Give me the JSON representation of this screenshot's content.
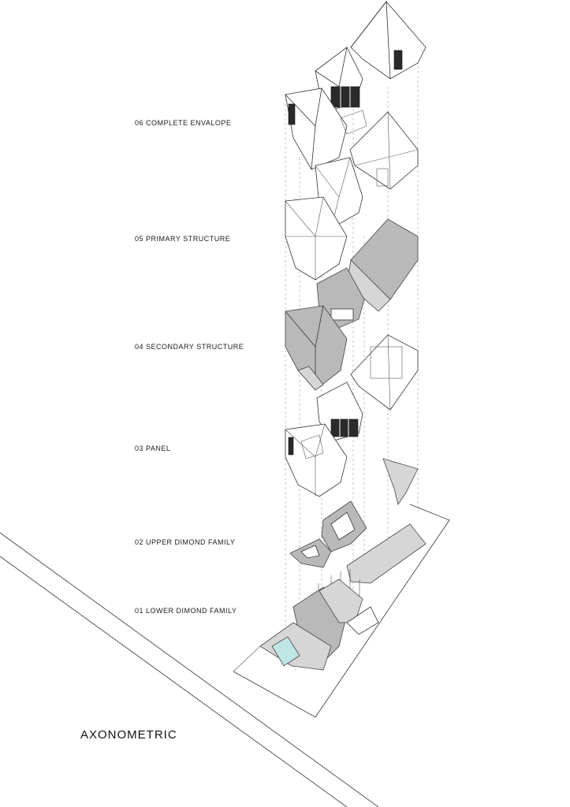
{
  "title": "AXONOMETRIC",
  "layers": [
    {
      "id": "06",
      "label": "06 COMPLETE ENVALOPE"
    },
    {
      "id": "05",
      "label": "05 PRIMARY STRUCTURE"
    },
    {
      "id": "04",
      "label": "04 SECONDARY STRUCTURE"
    },
    {
      "id": "03",
      "label": "03 PANEL"
    },
    {
      "id": "02",
      "label": "02 UPPER DIMOND FAMILY"
    },
    {
      "id": "01",
      "label": "01 LOWER DIMOND FAMILY"
    }
  ]
}
